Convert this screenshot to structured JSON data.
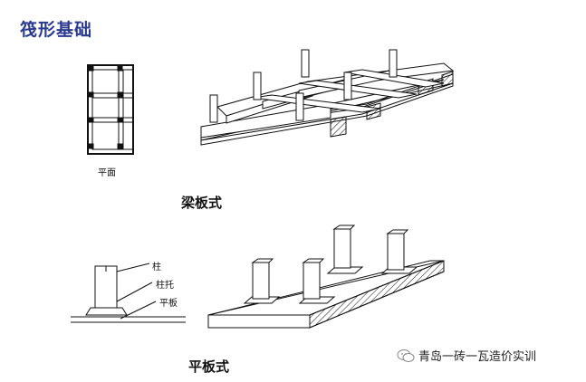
{
  "title": "筏形基础",
  "beam_slab": {
    "plan_label": "平面",
    "caption": "梁板式"
  },
  "flat_slab": {
    "caption": "平板式",
    "labels": {
      "column": "柱",
      "column_cap": "柱托",
      "slab": "平板"
    }
  },
  "watermark": {
    "text": "青岛一砖一瓦造价实训",
    "icon": "wechat-icon"
  },
  "colors": {
    "title": "#2b3a8f",
    "line": "#111111"
  }
}
